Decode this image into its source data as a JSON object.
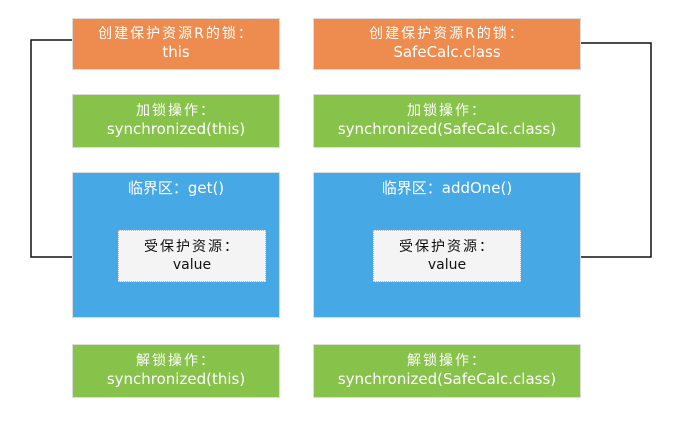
{
  "left": {
    "create": {
      "line1": "创建保护资源R的锁：",
      "line2": "this"
    },
    "lock": {
      "line1": "加锁操作：",
      "line2": "synchronized(this)"
    },
    "critical": {
      "label": "临界区：get()"
    },
    "resource": {
      "line1": "受保护资源：",
      "line2": "value"
    },
    "unlock": {
      "line1": "解锁操作：",
      "line2": "synchronized(this)"
    }
  },
  "right": {
    "create": {
      "line1": "创建保护资源R的锁：",
      "line2": "SafeCalc.class"
    },
    "lock": {
      "line1": "加锁操作：",
      "line2": "synchronized(SafeCalc.class)"
    },
    "critical": {
      "label": "临界区：addOne()"
    },
    "resource": {
      "line1": "受保护资源：",
      "line2": "value"
    },
    "unlock": {
      "line1": "解锁操作：",
      "line2": "synchronized(SafeCalc.class)"
    }
  },
  "colors": {
    "orange": "#ee8c4f",
    "green": "#87c24a",
    "blue": "#47a8e6",
    "resource_bg": "#f4f4f4",
    "connector": "#111111"
  }
}
